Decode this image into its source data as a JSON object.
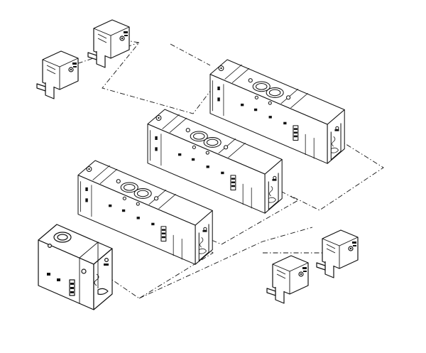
{
  "diagram": {
    "kind": "exploded isometric assembly drawing",
    "line_color": "#111111",
    "background_color": "#ffffff",
    "components": [
      "solenoid-coil-1",
      "solenoid-coil-2",
      "solenoid-coil-3",
      "solenoid-coil-4",
      "valve-large-1",
      "valve-large-2",
      "valve-large-3",
      "valve-small"
    ]
  }
}
